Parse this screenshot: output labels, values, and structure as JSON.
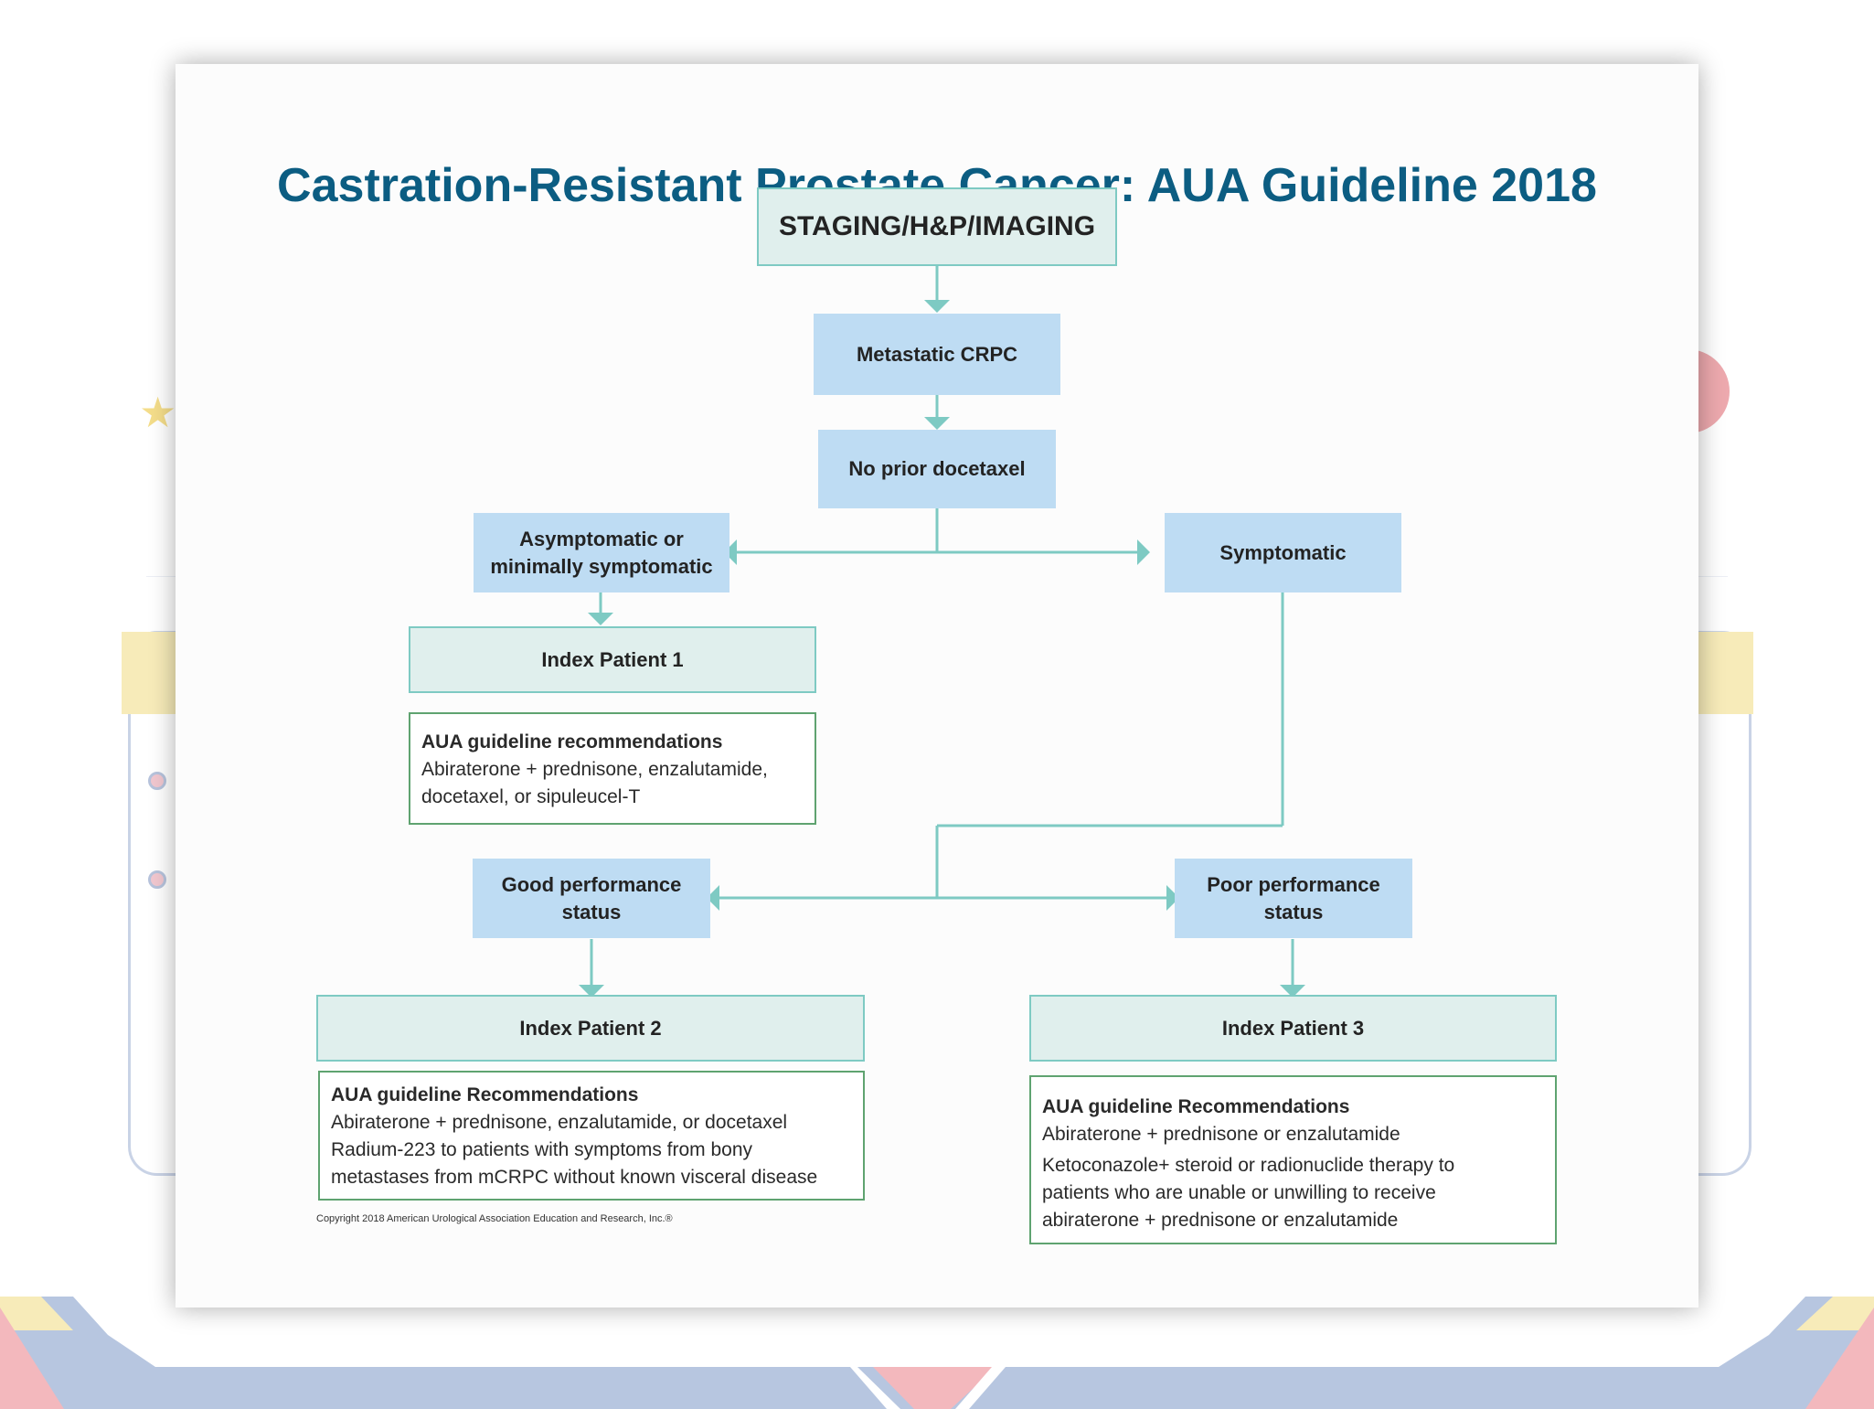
{
  "title": "Castration-Resistant Prostate Cancer: AUA Guideline 2018",
  "nodes": {
    "staging": "STAGING/H&P/IMAGING",
    "metastatic": "Metastatic CRPC",
    "no_prior": "No prior docetaxel",
    "asymptomatic": "Asymptomatic or minimally symptomatic",
    "symptomatic": "Symptomatic",
    "index1": "Index Patient 1",
    "good_perf": "Good performance status",
    "poor_perf": "Poor performance status",
    "index2": "Index Patient 2",
    "index3": "Index Patient 3"
  },
  "recommendations": {
    "index1": {
      "heading": "AUA guideline recommendations",
      "lines": [
        "Abiraterone + prednisone, enzalutamide,",
        "docetaxel, or sipuleucel-T"
      ]
    },
    "index2": {
      "heading": "AUA guideline Recommendations",
      "lines": [
        "Abiraterone + prednisone, enzalutamide, or docetaxel",
        "Radium-223 to patients with symptoms from bony",
        "metastases from mCRPC without known visceral disease"
      ]
    },
    "index3": {
      "heading": "AUA guideline Recommendations",
      "lines": [
        "Abiraterone + prednisone or enzalutamide",
        "Ketoconazole+ steroid or radionuclide therapy to",
        "patients who are unable or unwilling to receive",
        "abiraterone + prednisone or enzalutamide"
      ]
    }
  },
  "copyright": "Copyright 2018 American Urological Association Education and Research, Inc.®",
  "colors": {
    "title": "#0c5d82",
    "connector": "#7ecac3",
    "teal_box": "#e0efed",
    "blue_box": "#bedcf3",
    "rec_border": "#5fa370"
  }
}
